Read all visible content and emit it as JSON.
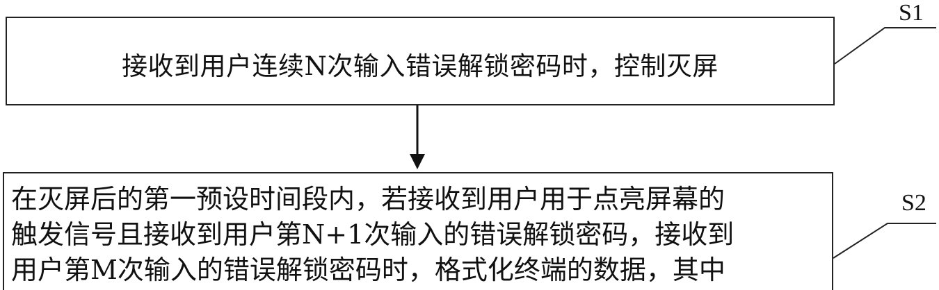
{
  "steps": [
    {
      "label": "S1",
      "text": "接收到用户连续N次输入错误解锁密码时，控制灭屏"
    },
    {
      "label": "S2",
      "lines": [
        "在灭屏后的第一预设时间段内，若接收到用户用于点亮屏幕的",
        "触发信号且接收到用户第N+1次输入的错误解锁密码，接收到",
        "用户第M次输入的错误解锁密码时，格式化终端的数据，其中"
      ]
    }
  ],
  "colors": {
    "stroke": "#222222",
    "text": "#111111",
    "background": "#ffffff"
  }
}
